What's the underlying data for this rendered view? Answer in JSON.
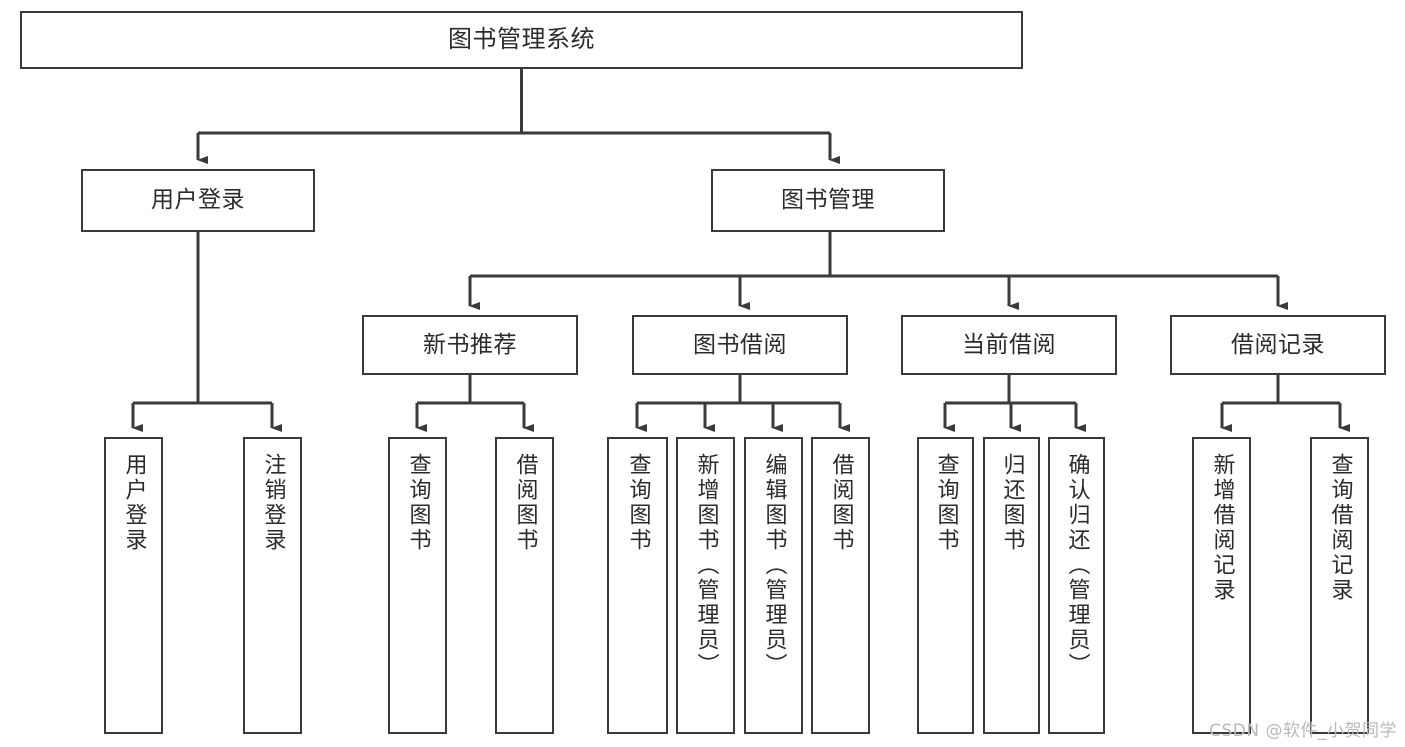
{
  "diagram": {
    "title": "图书管理系统",
    "type": "tree-hierarchy-diagram",
    "watermark": "CSDN @软件_小贺同学",
    "colors": {
      "box_border": "#3a3a3a",
      "box_fill": "#ffffff",
      "edge": "#3a3a3a",
      "text": "#2b2b2b",
      "watermark": "#b9b9b9",
      "background": "#ffffff"
    },
    "nodes": {
      "root": {
        "label": "图书管理系统"
      },
      "level2": [
        {
          "id": "user-login",
          "label": "用户登录"
        },
        {
          "id": "book-manage",
          "label": "图书管理"
        }
      ],
      "level3": [
        {
          "id": "new-book-recommend",
          "label": "新书推荐"
        },
        {
          "id": "book-borrow",
          "label": "图书借阅"
        },
        {
          "id": "current-borrow",
          "label": "当前借阅"
        },
        {
          "id": "borrow-record",
          "label": "借阅记录"
        }
      ],
      "leaves": {
        "user_login": [
          {
            "id": "leaf-user-login",
            "label": "用户登录"
          },
          {
            "id": "leaf-logout-login",
            "label": "注销登录"
          }
        ],
        "new_book_recommend": [
          {
            "id": "leaf-query-book-1",
            "label": "查询图书"
          },
          {
            "id": "leaf-borrow-book-1",
            "label": "借阅图书"
          }
        ],
        "book_borrow": [
          {
            "id": "leaf-query-book-2",
            "label": "查询图书"
          },
          {
            "id": "leaf-add-book",
            "label": "新增图书（管理员）"
          },
          {
            "id": "leaf-edit-book",
            "label": "编辑图书（管理员）"
          },
          {
            "id": "leaf-borrow-book-2",
            "label": "借阅图书"
          }
        ],
        "current_borrow": [
          {
            "id": "leaf-query-book-3",
            "label": "查询图书"
          },
          {
            "id": "leaf-return-book",
            "label": "归还图书"
          },
          {
            "id": "leaf-confirm-return",
            "label": "确认归还（管理员）"
          }
        ],
        "borrow_record": [
          {
            "id": "leaf-add-borrow-record",
            "label": "新增借阅记录"
          },
          {
            "id": "leaf-query-borrow-record",
            "label": "查询借阅记录"
          }
        ]
      }
    }
  }
}
